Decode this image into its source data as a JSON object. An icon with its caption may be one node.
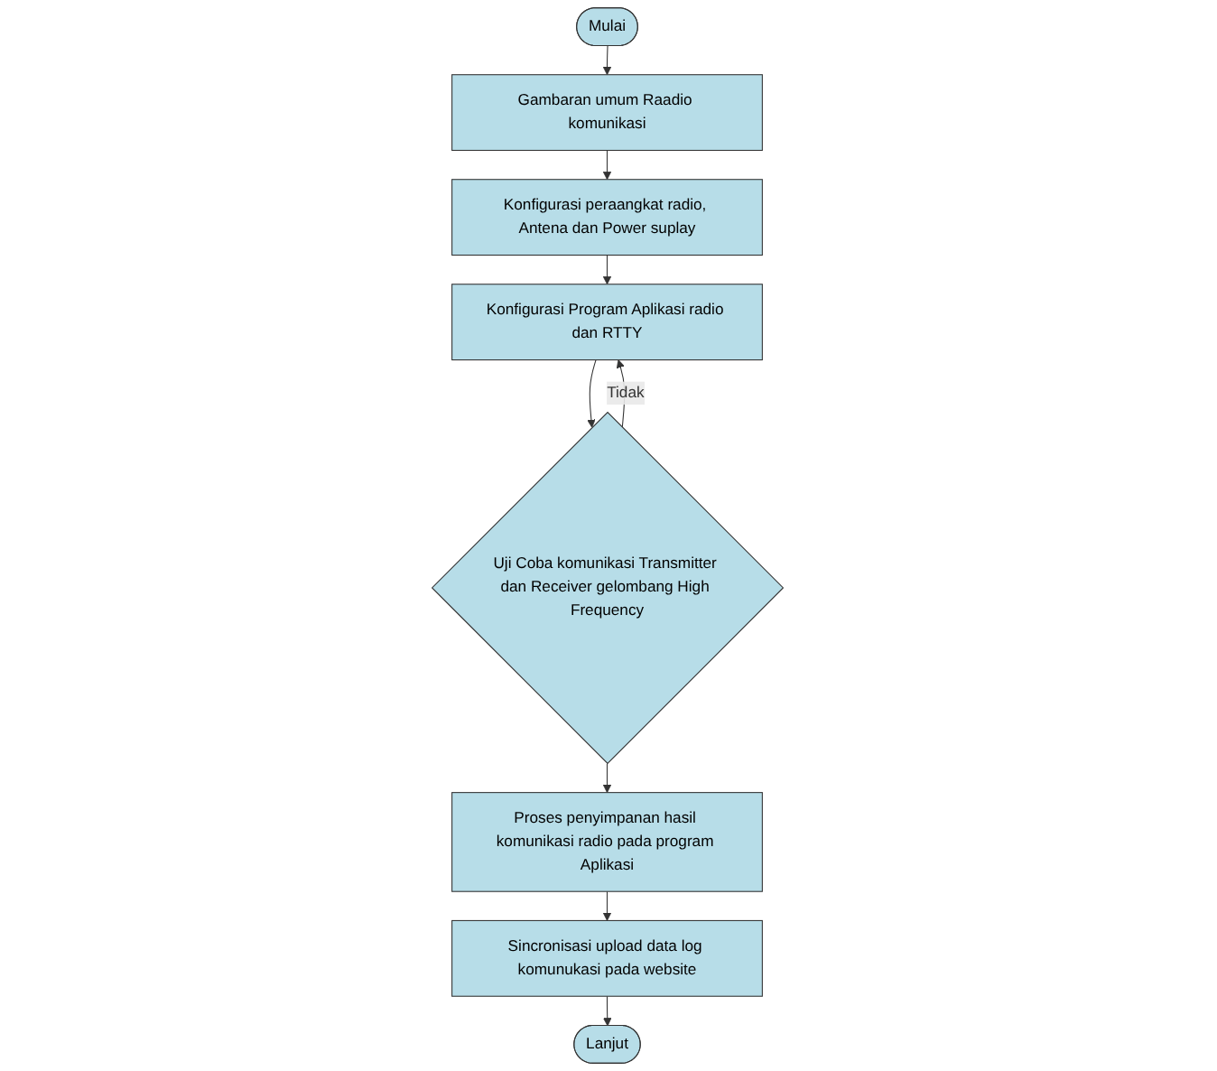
{
  "diagram": {
    "nodes": [
      {
        "text": [
          "Mulai"
        ]
      },
      {
        "text": [
          "Gambaran umum Raadio komunikasi"
        ]
      },
      {
        "text": [
          "Konfigurasi peraangkat radio, Antena dan Power suplay"
        ]
      },
      {
        "text": [
          "Konfigurasi Program Aplikasi radio dan RTTY"
        ]
      },
      {
        "text": [
          "Uji Coba komunikasi Transmitter dan Receiver gelombang High Frequency"
        ]
      },
      {
        "text": [
          "Proses penyimpanan hasil komunikasi radio pada program Aplikasi"
        ]
      },
      {
        "text": [
          "Sincronisasi upload data log komunukasi pada website"
        ]
      },
      {
        "text": [
          "Lanjut"
        ]
      }
    ],
    "edges": [
      {
        "from": 0,
        "to": 1,
        "arrow": "to"
      },
      {
        "from": 1,
        "to": 2,
        "arrow": "to"
      },
      {
        "from": 2,
        "to": 3,
        "arrow": "to"
      },
      {
        "from": 3,
        "to": 4,
        "arrow": "to"
      },
      {
        "from": 4,
        "to": 3,
        "arrow": "to",
        "label": "Tidak"
      },
      {
        "from": 4,
        "to": 5,
        "arrow": "to"
      },
      {
        "from": 5,
        "to": 6,
        "arrow": "to"
      },
      {
        "from": 6,
        "to": 7,
        "arrow": "to"
      }
    ]
  }
}
